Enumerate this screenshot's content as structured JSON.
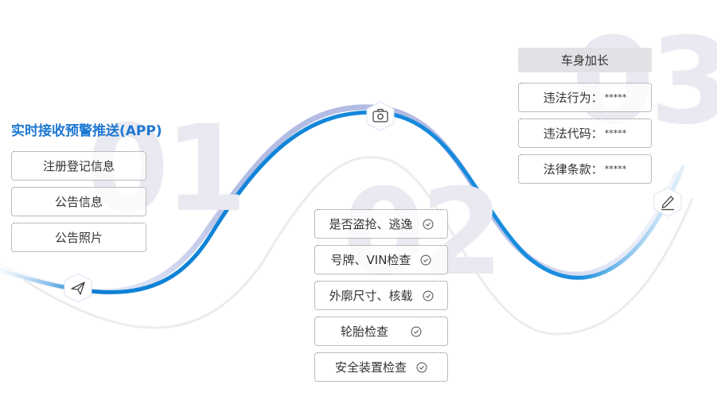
{
  "numbers": {
    "n1": "01",
    "n2": "02",
    "n3": "03"
  },
  "stage1": {
    "title": "实时接收预警推送(APP)",
    "items": [
      "注册登记信息",
      "公告信息",
      "公告照片"
    ]
  },
  "stage2": {
    "items": [
      "是否盗抢、逃逸",
      "号牌、VIN检查",
      "外廓尺寸、核载",
      "轮胎检查",
      "安全装置检查"
    ]
  },
  "stage3": {
    "header": "车身加长",
    "items": [
      {
        "label": "违法行为：",
        "value": "*****"
      },
      {
        "label": "违法代码：",
        "value": "*****"
      },
      {
        "label": "法律条款：",
        "value": "*****"
      }
    ]
  },
  "icons": [
    "send-icon",
    "camera-icon",
    "edit-icon",
    "check-circle-icon"
  ],
  "colors": {
    "accent": "#1e78d2",
    "curve": "#0b84d6",
    "curve_shadow": "#b7bfe6",
    "watermark": "#e9eaf1"
  }
}
